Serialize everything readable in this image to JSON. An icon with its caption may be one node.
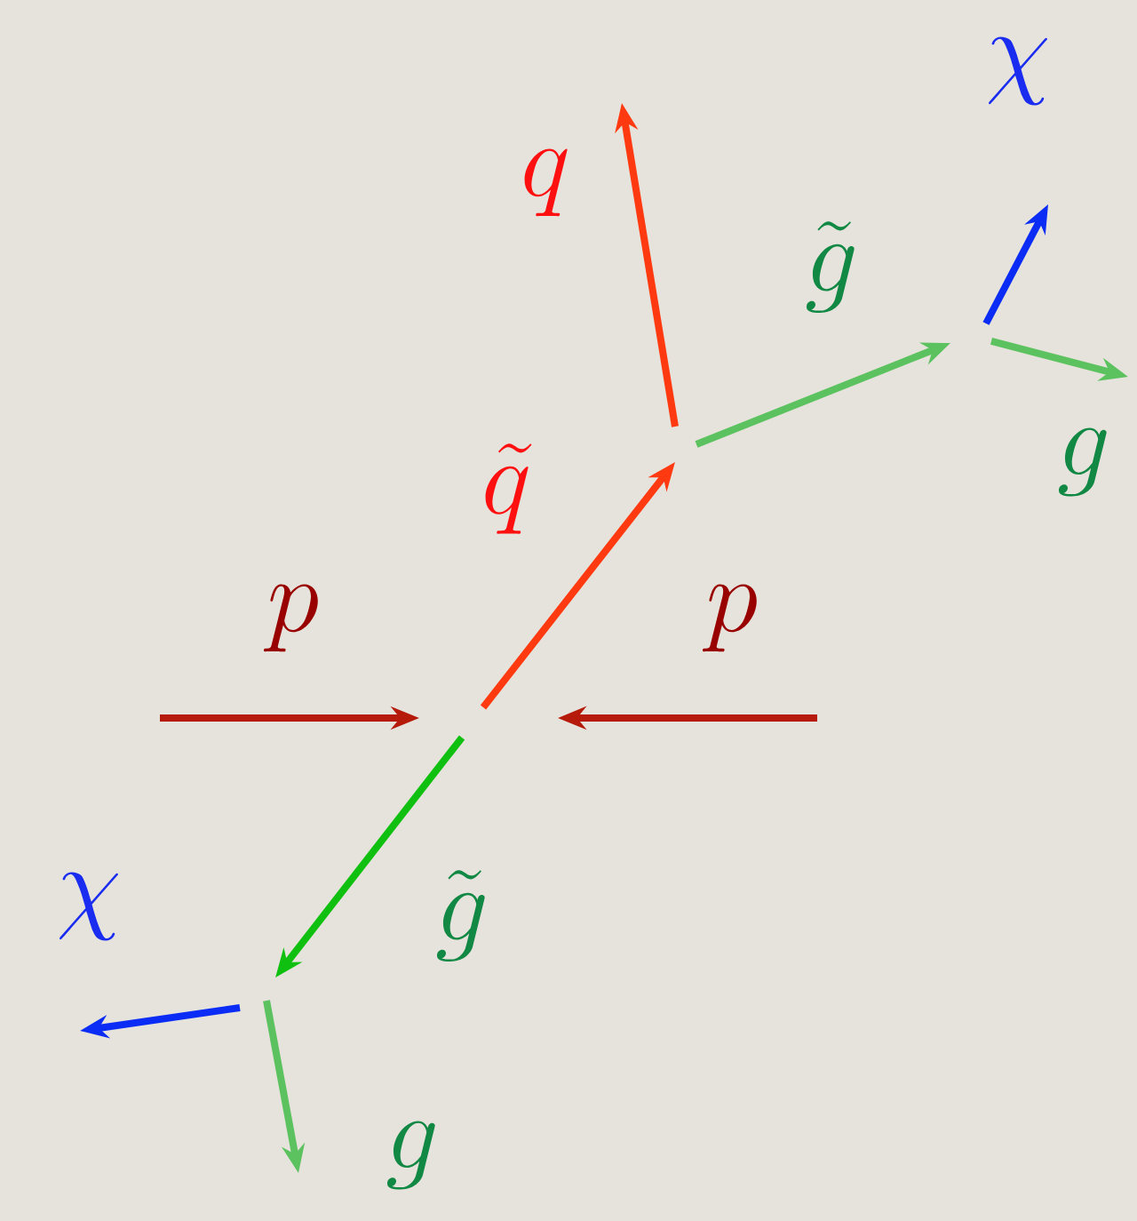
{
  "diagram": {
    "labels": [
      "\\chi",
      "q",
      "\\tilde{g}",
      "g",
      "\\tilde{q}",
      "p",
      "p",
      "\\chi",
      "\\tilde{g}",
      "g"
    ]
  }
}
